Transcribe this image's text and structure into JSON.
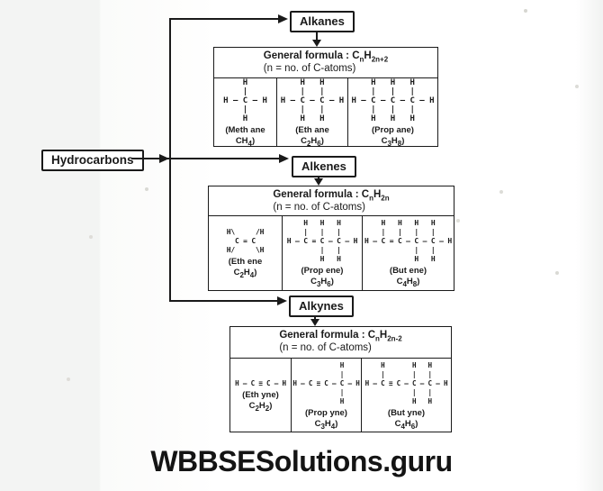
{
  "root": {
    "label": "Hydrocarbons"
  },
  "watermark": "WBBSESolutions.guru",
  "colors": {
    "ink": "#1a1a1a",
    "paper": "#ffffff"
  },
  "groups": [
    {
      "name": "Alkanes",
      "formula": {
        "p0": "General formula : C",
        "s0": "n",
        "p1": "H",
        "s1": "2n+2"
      },
      "note": "(n = no. of C-atoms)",
      "members": [
        {
          "name_line": "(Meth ane",
          "structure": "    H\n    |\nH — C — H\n    |\n    H",
          "formula": {
            "p0": "CH",
            "s0": "4",
            "p1": ")"
          }
        },
        {
          "name_line": "(Eth ane",
          "structure": "    H   H\n    |   |\nH — C — C — H\n    |   |\n    H   H",
          "formula": {
            "p0": "C",
            "s0": "2",
            "p1": "H",
            "s1": "6",
            "p2": ")"
          }
        },
        {
          "name_line": "(Prop ane)",
          "structure": "    H   H   H\n    |   |   |\nH — C — C — C — H\n    |   |   |\n    H   H   H",
          "formula": {
            "p0": "C",
            "s0": "3",
            "p1": "H",
            "s1": "8",
            "p2": ")"
          }
        }
      ]
    },
    {
      "name": "Alkenes",
      "formula": {
        "p0": "General formula : C",
        "s0": "n",
        "p1": "H",
        "s1": "2n"
      },
      "note": "(n = no. of C-atoms)",
      "members": [
        {
          "name_line": "(Eth ene",
          "structure": "H\\     /H\n  C = C\nH/     \\H",
          "formula": {
            "p0": "C",
            "s0": "2",
            "p1": "H",
            "s1": "4",
            "p2": ")"
          }
        },
        {
          "name_line": "(Prop ene)",
          "structure": "    H   H   H\n    |   |   |\nH — C = C — C — H\n        |   |\n        H   H",
          "formula": {
            "p0": "C",
            "s0": "3",
            "p1": "H",
            "s1": "6",
            "p2": ")"
          }
        },
        {
          "name_line": "(But ene)",
          "structure": "    H   H   H   H\n    |   |   |   |\nH — C = C — C — C — H\n            |   |\n            H   H",
          "formula": {
            "p0": "C",
            "s0": "4",
            "p1": "H",
            "s1": "8",
            "p2": ")"
          }
        }
      ]
    },
    {
      "name": "Alkynes",
      "formula": {
        "p0": "General formula : C",
        "s0": "n",
        "p1": "H",
        "s1": "2n-2"
      },
      "note": "(n = no. of C-atoms)",
      "members": [
        {
          "name_line": "(Eth yne)",
          "structure": "H — C ≡ C — H",
          "formula": {
            "p0": "C",
            "s0": "2",
            "p1": "H",
            "s1": "2",
            "p2": ")"
          }
        },
        {
          "name_line": "(Prop yne)",
          "structure": "            H\n            |\nH — C ≡ C — C — H\n            |\n            H",
          "formula": {
            "p0": "C",
            "s0": "3",
            "p1": "H",
            "s1": "4",
            "p2": ")"
          }
        },
        {
          "name_line": "(But yne)",
          "structure": "    H       H   H\n    |       |   |\nH — C ≡ C — C — C — H\n            |   |\n            H   H",
          "formula": {
            "p0": "C",
            "s0": "4",
            "p1": "H",
            "s1": "6",
            "p2": ")"
          }
        }
      ]
    }
  ]
}
